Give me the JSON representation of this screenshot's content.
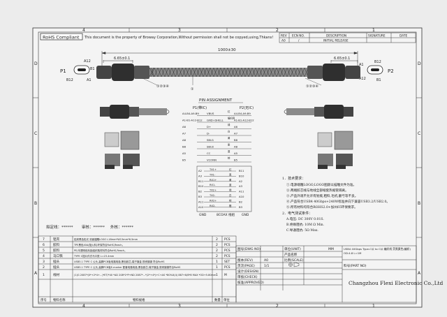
{
  "sheet": {
    "grid_top": [
      "4",
      "3",
      "2",
      "1"
    ],
    "grid_bottom": [
      "4",
      "3",
      "2",
      "1"
    ],
    "grid_left": [
      "D",
      "C",
      "B",
      "A"
    ],
    "grid_right": [
      "D",
      "C",
      "B",
      "A"
    ]
  },
  "header": {
    "rohs": "RoHS  Compliant",
    "notice": "This document is the property of Broway Corporation,Without permission shall not be copyed,using,Thkans!",
    "rev_table": {
      "headers": [
        "REV",
        "ECN NO.",
        "DESCRIPTION",
        "SIGNATURE",
        "DATE"
      ],
      "row": [
        "A0",
        "/",
        "INITIAL RELEASE",
        "",
        ""
      ]
    }
  },
  "cable": {
    "length": "1000±30",
    "left_dim": "6.65±0.1",
    "right_dim": "6.65±0.1",
    "left_label": "P1",
    "right_label": "P2",
    "left_pins": [
      "A12",
      "B1",
      "B12",
      "A1"
    ],
    "right_pins": [
      "A1",
      "B12",
      "A12",
      "B1"
    ],
    "callout_left": "①②③④",
    "callout_mid": "①",
    "callout_right": "①②③④"
  },
  "pin_assignment": {
    "title": "PIN ASSIGNMENT",
    "p1_label": "P1(带IC)",
    "p2_label": "P2(无IC)",
    "top_rows": [
      {
        "p1": "A4-B4-A9-B9",
        "sig": "VBUS",
        "p2": "A4-B4-A9-B9",
        "wire": "红"
      },
      {
        "p1": "A1-B1-A12-B12",
        "sig": "GND+SHELL",
        "p2": "A1-B1-A12-B12",
        "wire": "编织网"
      },
      {
        "p1": "A6",
        "sig": "D+",
        "p2": "A6",
        "wire": "绿"
      },
      {
        "p1": "A7",
        "sig": "D-",
        "p2": "A7",
        "wire": "白"
      },
      {
        "p1": "A8",
        "sig": "SBU1",
        "p2": "B8",
        "wire": "黄"
      },
      {
        "p1": "B8",
        "sig": "SBU2",
        "p2": "A8",
        "wire": "紫"
      },
      {
        "p1": "A5",
        "sig": "CC",
        "p2": "A5",
        "wire": "蓝"
      },
      {
        "p1": "B5",
        "sig": "VCONN",
        "p2": "B5",
        "wire": "棕"
      }
    ],
    "coax_rows": [
      {
        "p1": "A2",
        "sig": "TX1+",
        "p2": "B11"
      },
      {
        "p1": "A3",
        "sig": "TX1-",
        "p2": "B10"
      },
      {
        "p1": "B11",
        "sig": "RX1+",
        "p2": "A2"
      },
      {
        "p1": "B10",
        "sig": "RX1-",
        "p2": "A3"
      },
      {
        "p1": "B2",
        "sig": "TX2+",
        "p2": "A11"
      },
      {
        "p1": "B3",
        "sig": "TX2-",
        "p2": "A10"
      },
      {
        "p1": "A11",
        "sig": "RX2+",
        "p2": "B2"
      },
      {
        "p1": "A10",
        "sig": "RX2-",
        "p2": "B3"
      }
    ],
    "coax_colors": [
      "红",
      "黑",
      "黄",
      "蓝",
      "绿",
      "白",
      "棕",
      "橙"
    ],
    "bottom_left": "GND",
    "coax_label": "8COAX 线组",
    "bottom_right": "GND"
  },
  "notes": {
    "title": "1．技术要求：",
    "items": [
      "①.电源端雕LOGO,LOGO图颜以描雕文件为准。",
      "②.两端胶芯线与地线全部缩套热缩管隔离。",
      "③.产品外观不允许有划痕,粗料,毛机,翻亏等不良。",
      "④.产品符合USB4 40Gbps+240W标准并向下兼容USB3.2/USB2.0。",
      "⑤.所有材料均符合ROHS2.0+加州65环保要求。"
    ],
    "elec_title": "2．电气测试条件：",
    "elec_items": [
      "A.电压: DC 300V 0.01S.",
      "B.绝缘阻抗: 10M Ω Min.",
      "C.导通阻抗: 5Ω Max."
    ]
  },
  "signatures": {
    "designer": "拟定线：******",
    "reviewer": "审核：******",
    "approver": "外核：******"
  },
  "bom": {
    "rows": [
      {
        "no": "7",
        "name": "铝壳",
        "spec": "铝壳黑色松光  双面镭雕LOGO L18mm*W13mm*6.5mm",
        "qty": "2",
        "unit": "PCS"
      },
      {
        "no": "6",
        "name": "胶料",
        "spec": "TPE黑色40A(阻火料)环保符合RoHS,Reach。",
        "qty": "2",
        "unit": "PCS"
      },
      {
        "no": "5",
        "name": "胶料",
        "spec": "PE/半透明色料锁组织瓶材料符合RoHS,Reach。",
        "qty": "2",
        "unit": "PCS"
      },
      {
        "no": "4",
        "name": "马口铁",
        "spec": "TYPE C插片件式马口铁 L=23.4mm",
        "qty": "2",
        "unit": "PCS"
      },
      {
        "no": "3",
        "name": "插头",
        "spec": "USB3.1 TYPE C 公头,高脚PCB板电路电极,黑色胶芯,端子镀金 铁壳镀镍  符合RoHS",
        "qty": "1",
        "unit": "SET"
      },
      {
        "no": "2",
        "name": "插头",
        "spec": "USB3.1 TYPE C 公头,高脚PCB板E-marker 配套电路电极,黑色胶芯,端子镀金,铁壳镀镍符合RoHS",
        "qty": "1",
        "unit": "PCS"
      },
      {
        "no": "1",
        "name": "线材",
        "spec": "(1)G 2087*(0*+2*4+...)*ET/*40 *AD 208*1*P+ND 2087*...*(2*+4*)+C+AS *80%X(4) 887+8/8*8 MAX *OD+5.80mm",
        "qty": "1",
        "unit": "M"
      }
    ],
    "headers": [
      "序号",
      "物料名称",
      "物料规格",
      "数量",
      "单位"
    ]
  },
  "title_block": {
    "dwg_label": "图号(DWG NO)",
    "unit_label": "单位(UNIT)",
    "unit_value": "MM",
    "item_label": "产品名称",
    "item_value": "USB4 40Gbps Type-C公 to C公 编织线  荧黑黄色(编织)\nOD:4.8 L=1M",
    "rev_label": "版本(REV)",
    "rev_value": "A0",
    "scale_label": "比例(SCALE)",
    "partno_label": "料号(PART NO)",
    "page_label": "页次(PAGE)",
    "page_value": "1/1",
    "design_label": "设计(DESIGN)",
    "check_label": "审核(CHECK)",
    "approve_label": "核准(APPROVED)",
    "company": "Changzhou Flexi Electronic Co.,Ltd"
  }
}
